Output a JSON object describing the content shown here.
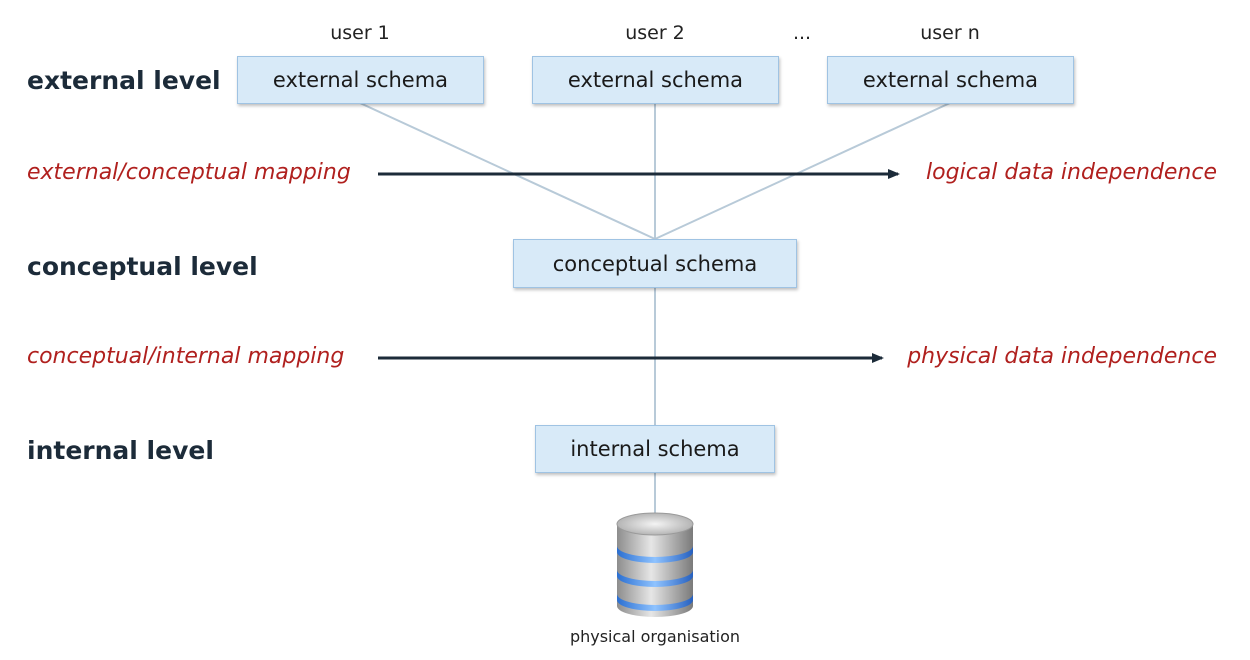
{
  "users": [
    "user 1",
    "user 2",
    "...",
    "user n"
  ],
  "levels": {
    "external": "external level",
    "conceptual": "conceptual level",
    "internal": "internal level"
  },
  "schemas": {
    "external": [
      "external schema",
      "external schema",
      "external schema"
    ],
    "conceptual": "conceptual schema",
    "internal": "internal schema"
  },
  "mappings": {
    "external_conceptual": "external/conceptual mapping",
    "conceptual_internal": "conceptual/internal mapping"
  },
  "independence": {
    "logical": "logical data independence",
    "physical": "physical data independence"
  },
  "storage": {
    "icon": "database-icon",
    "caption": "physical organisation"
  },
  "colors": {
    "box_fill": "#d8eaf8",
    "box_border": "#9fc3e3",
    "connector": "#b8cad8",
    "arrow": "#1c2b39",
    "mapping_text": "#b0201e",
    "level_text": "#1c2b39"
  }
}
